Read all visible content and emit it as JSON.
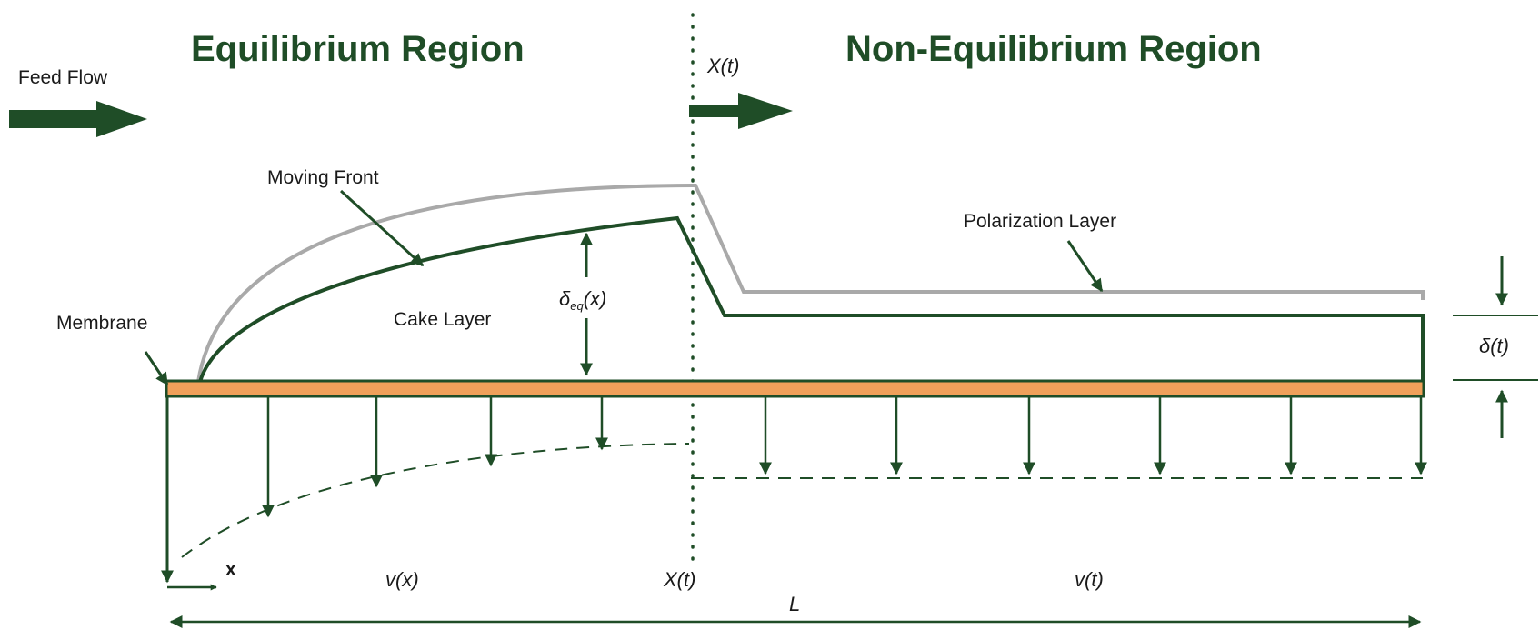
{
  "titles": {
    "equilibrium": "Equilibrium Region",
    "non_equilibrium": "Non-Equilibrium Region"
  },
  "labels": {
    "feed_flow": "Feed Flow",
    "front_position_top": "X(t)",
    "moving_front": "Moving Front",
    "polarization_layer": "Polarization Layer",
    "membrane": "Membrane",
    "cake_layer": "Cake Layer",
    "delta_eq_symbol": "δ",
    "delta_eq_subscript": "eq",
    "delta_eq_arg": "(x)",
    "delta_t": "δ(t)",
    "x_axis": "x",
    "v_x": "v(x)",
    "front_position_bottom": "X(t)",
    "v_t": "v(t)",
    "length": "L"
  },
  "colors": {
    "dark_green": "#1f4d27",
    "gray": "#a9a9a9",
    "membrane": "#f0a05a"
  }
}
